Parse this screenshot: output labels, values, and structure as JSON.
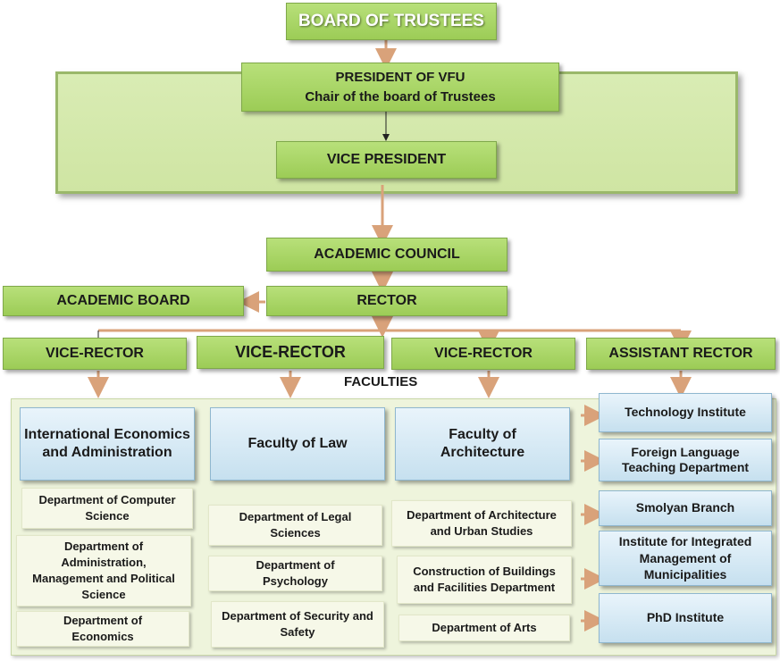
{
  "top": {
    "board_of_trustees": "BOARD OF TRUSTEES",
    "president_line1": "PRESIDENT OF VFU",
    "president_line2": "Chair of the board of Trustees",
    "vice_president": "VICE PRESIDENT",
    "academic_council": "ACADEMIC COUNCIL",
    "academic_board": "ACADEMIC BOARD",
    "rector": "RECTOR"
  },
  "vice_rectors": [
    "VICE-RECTOR",
    "VICE-RECTOR",
    "VICE-RECTOR",
    "ASSISTANT RECTOR"
  ],
  "faculties_label": "FACULTIES",
  "faculties": [
    {
      "name": "International Economics and Administration",
      "departments": [
        "Department of Computer Science",
        "Department of Administration, Management and Political Science",
        "Department of Economics"
      ]
    },
    {
      "name": "Faculty of Law",
      "departments": [
        "Department of Legal Sciences",
        "Department of Psychology",
        "Department of Security and Safety"
      ]
    },
    {
      "name": "Faculty of Architecture",
      "departments": [
        "Department of Architecture and Urban Studies",
        "Construction of Buildings and  Facilities Department",
        "Department of Arts"
      ]
    }
  ],
  "institutes": [
    "Technology Institute",
    "Foreign Language Teaching Department",
    "Smolyan Branch",
    "Institute for Integrated Management of Municipalities",
    "PhD Institute"
  ],
  "colors": {
    "green": "#9ccc56",
    "blue": "#c6e0ef",
    "arrow": "#d9a27a"
  }
}
